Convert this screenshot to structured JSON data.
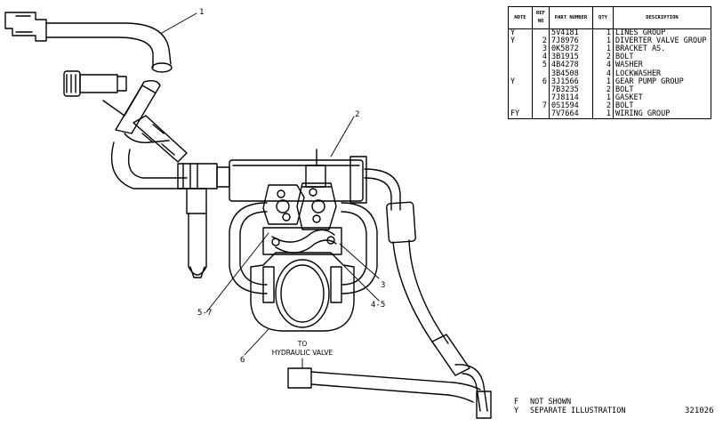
{
  "parts_table": {
    "headers": {
      "note": "NOTE",
      "ref": "REF NO",
      "part": "PART NUMBER",
      "qty": "QTY",
      "desc": "DESCRIPTION"
    },
    "rows": [
      {
        "note": "Y",
        "ref": "",
        "part": "5V4181",
        "qty": "1",
        "desc": "LINES GROUP"
      },
      {
        "note": "Y",
        "ref": "2",
        "part": "7J8976",
        "qty": "1",
        "desc": "DIVERTER VALVE GROUP"
      },
      {
        "note": "",
        "ref": "3",
        "part": "0K5872",
        "qty": "1",
        "desc": "BRACKET AS."
      },
      {
        "note": "",
        "ref": "4",
        "part": "3B1915",
        "qty": "2",
        "desc": "BOLT"
      },
      {
        "note": "",
        "ref": "5",
        "part": "4B4278",
        "qty": "4",
        "desc": "WASHER"
      },
      {
        "note": "",
        "ref": "",
        "part": "3B4508",
        "qty": "4",
        "desc": "LOCKWASHER"
      },
      {
        "note": "Y",
        "ref": "6",
        "part": "3J1566",
        "qty": "1",
        "desc": "GEAR PUMP GROUP"
      },
      {
        "note": "",
        "ref": "",
        "part": "7B3235",
        "qty": "2",
        "desc": "BOLT"
      },
      {
        "note": "",
        "ref": "",
        "part": "7J8114",
        "qty": "1",
        "desc": "GASKET"
      },
      {
        "note": "",
        "ref": "7",
        "part": "0S1594",
        "qty": "2",
        "desc": "BOLT"
      },
      {
        "note": "FY",
        "ref": "",
        "part": "7V7664",
        "qty": "1",
        "desc": "WIRING GROUP"
      }
    ]
  },
  "callouts": {
    "c1": "1",
    "c2": "2",
    "c3": "3",
    "c45": "4-5",
    "c57": "5-7",
    "c6": "6"
  },
  "flow_label": {
    "line1": "TO",
    "line2": "HYDRAULIC VALVE"
  },
  "footnotes": [
    {
      "code": "F",
      "text": "NOT SHOWN"
    },
    {
      "code": "Y",
      "text": "SEPARATE ILLUSTRATION"
    }
  ],
  "illustration_number": "321026"
}
